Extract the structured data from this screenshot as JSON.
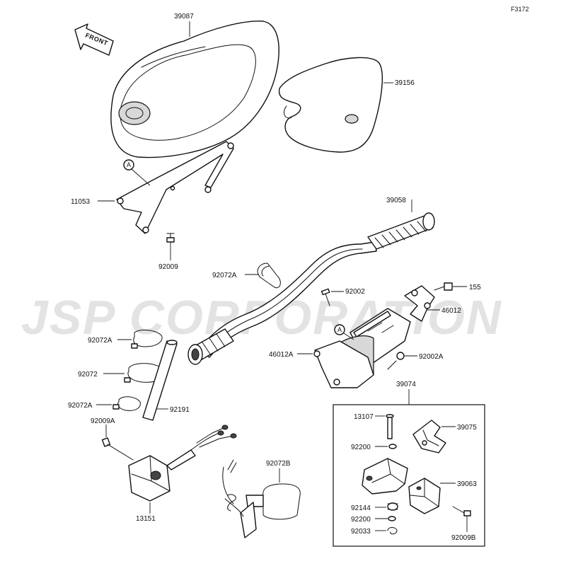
{
  "figure_id": "F3172",
  "watermark": "JSP CORPORATION",
  "front_label": "FRONT",
  "ref_letter": "A",
  "parts": {
    "seat_cover": "39087",
    "pad_cover": "39156",
    "bracket": "11053",
    "bracket_bolt": "92009",
    "handlebar": "39058",
    "clamp_a_top": "92072A",
    "screw_92002": "92002",
    "screw_155": "155",
    "holder_46012": "46012",
    "holder_46012a": "46012A",
    "screw_92002a": "92002A",
    "clamp_a_left1": "92072A",
    "clamp_plain": "92072",
    "clamp_a_left2": "92072A",
    "sleeve": "92191",
    "screw_92009a": "92009A",
    "switch": "13151",
    "clamp_b": "92072B",
    "assembly": "39074",
    "pin": "13107",
    "lever": "39075",
    "washer_a": "92200",
    "housing": "39063",
    "spring": "92144",
    "washer_b": "92200",
    "clip": "92033",
    "bolt_b": "92009B"
  }
}
